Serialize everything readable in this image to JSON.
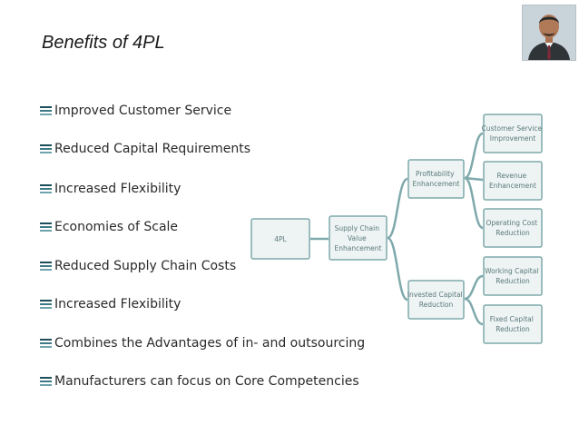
{
  "slide": {
    "title": "Benefits of 4PL"
  },
  "presenter_photo": {
    "icon": "presenter-photo",
    "colors": {
      "background": "#c9d3da",
      "suit": "#2f3437",
      "tie": "#7a2a3a",
      "skin": "#b07a58"
    }
  },
  "bullets": [
    "Improved Customer Service",
    "Reduced Capital Requirements",
    "Increased Flexibility",
    "Economies of Scale",
    "Reduced Supply Chain Costs",
    "Increased Flexibility",
    "Combines the Advantages of in- and outsourcing",
    "Manufacturers can focus on Core Competencies"
  ],
  "bullet_icon": {
    "name": "stacked-lines-bullet-icon",
    "colors": [
      "#1d4e5a",
      "#3d7a86",
      "#6fa3ad"
    ]
  },
  "diagram": {
    "colors": {
      "box_fill": "#eef3f3",
      "box_stroke": "#7fa9ab",
      "connector": "#7fa9ab",
      "text": "#5a7a7c"
    },
    "nodes": {
      "root": [
        "4PL"
      ],
      "value": [
        "Supply Chain",
        "Value",
        "Enhancement"
      ],
      "profitability": [
        "Profitability",
        "Enhancement"
      ],
      "invested_capital": [
        "Invested Capital",
        "Reduction"
      ],
      "customer_service": [
        "Customer Service",
        "Improvement"
      ],
      "revenue": [
        "Revenue",
        "Enhancement"
      ],
      "operating_cost": [
        "Operating Cost",
        "Reduction"
      ],
      "working_capital": [
        "Working Capital",
        "Reduction"
      ],
      "fixed_capital": [
        "Fixed Capital",
        "Reduction"
      ]
    }
  }
}
